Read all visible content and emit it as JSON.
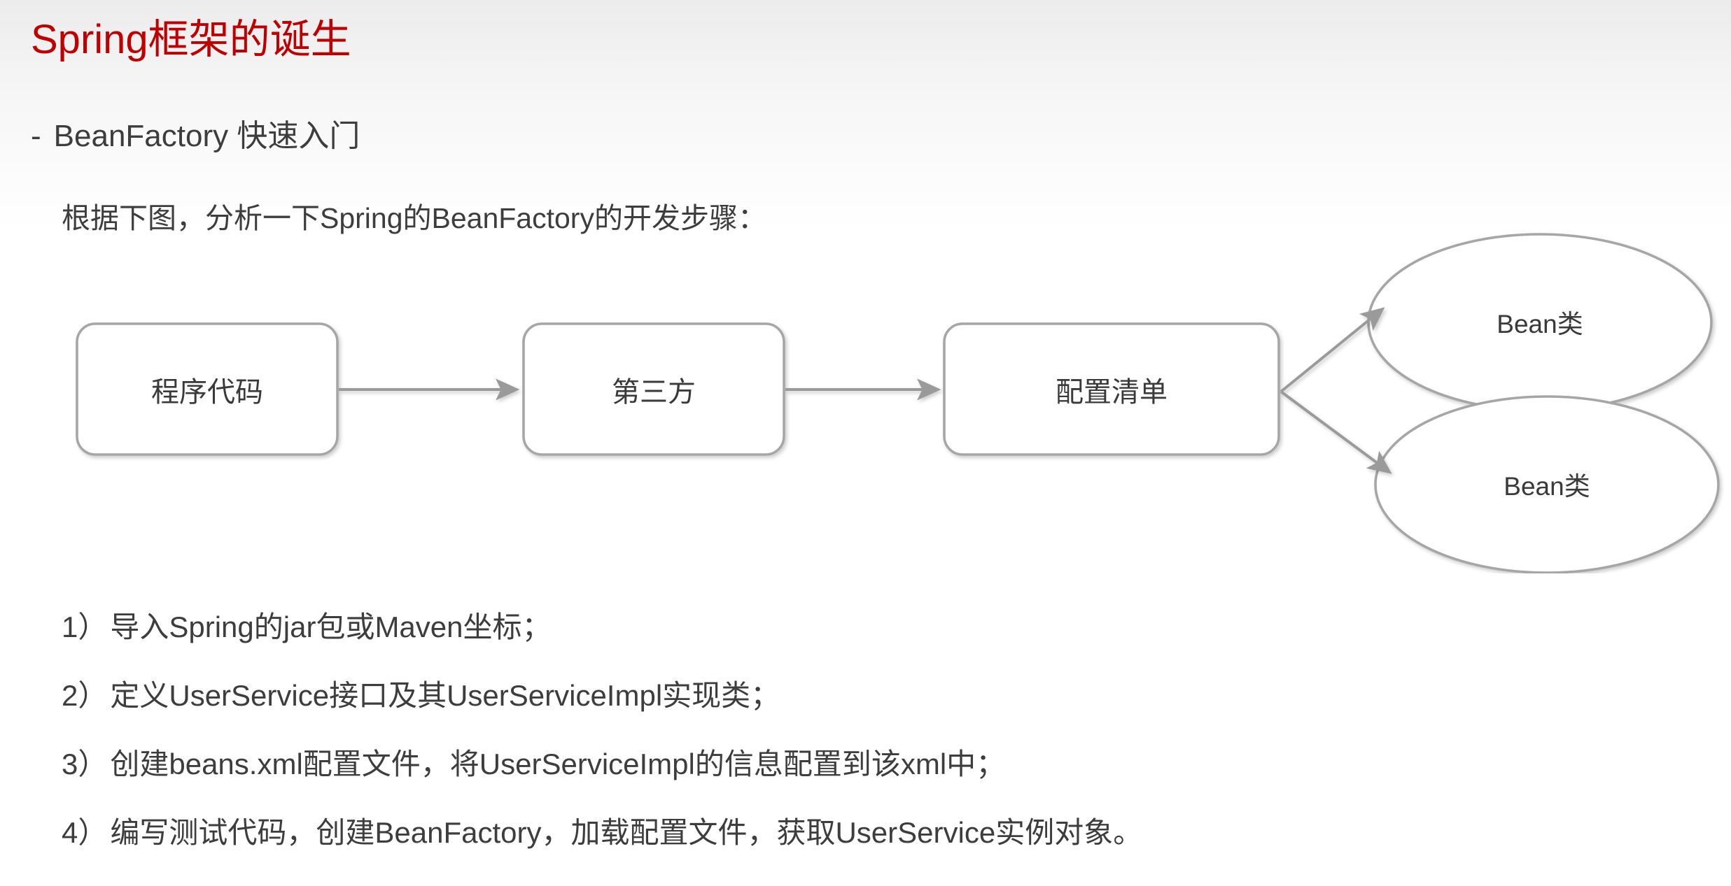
{
  "slide": {
    "title": "Spring框架的诞生",
    "title_color": "#c00000",
    "bullet": {
      "marker": "-",
      "text": "BeanFactory 快速入门"
    },
    "intro_line": "根据下图，分析一下Spring的BeanFactory的开发步骤："
  },
  "diagram": {
    "stroke_color": "#a6a6a6",
    "boxes": [
      {
        "label": "程序代码"
      },
      {
        "label": "第三方"
      },
      {
        "label": "配置清单"
      }
    ],
    "ellipses": [
      {
        "label": "Bean类"
      },
      {
        "label": "Bean类"
      }
    ]
  },
  "steps": [
    {
      "num": "1）",
      "text": "导入Spring的jar包或Maven坐标；"
    },
    {
      "num": "2）",
      "text": "定义UserService接口及其UserServiceImpl实现类；"
    },
    {
      "num": "3）",
      "text": "创建beans.xml配置文件，将UserServiceImpl的信息配置到该xml中；"
    },
    {
      "num": "4）",
      "text": "编写测试代码，创建BeanFactory，加载配置文件，获取UserService实例对象。"
    }
  ]
}
